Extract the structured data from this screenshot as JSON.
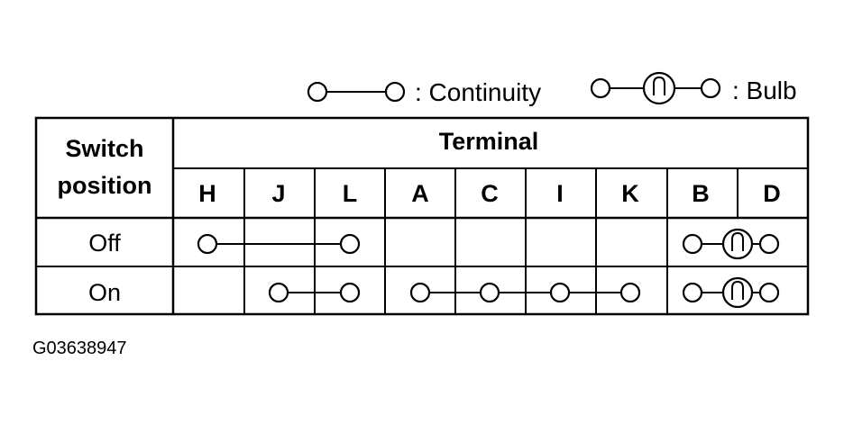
{
  "legend": {
    "continuity_label": ": Continuity",
    "bulb_label": ": Bulb"
  },
  "table": {
    "switch_header_line1": "Switch",
    "switch_header_line2": "position",
    "terminal_header": "Terminal",
    "terminals": [
      "H",
      "J",
      "L",
      "A",
      "C",
      "I",
      "K",
      "B",
      "D"
    ],
    "rows": [
      {
        "position": "Off",
        "continuity": [
          [
            "H",
            "L"
          ]
        ],
        "bulbs": [
          [
            "B",
            "D"
          ]
        ]
      },
      {
        "position": "On",
        "continuity": [
          [
            "J",
            "L"
          ],
          [
            "A",
            "C",
            "I",
            "K"
          ]
        ],
        "bulbs": [
          [
            "B",
            "D"
          ]
        ]
      }
    ]
  },
  "figure_code": "G03638947"
}
